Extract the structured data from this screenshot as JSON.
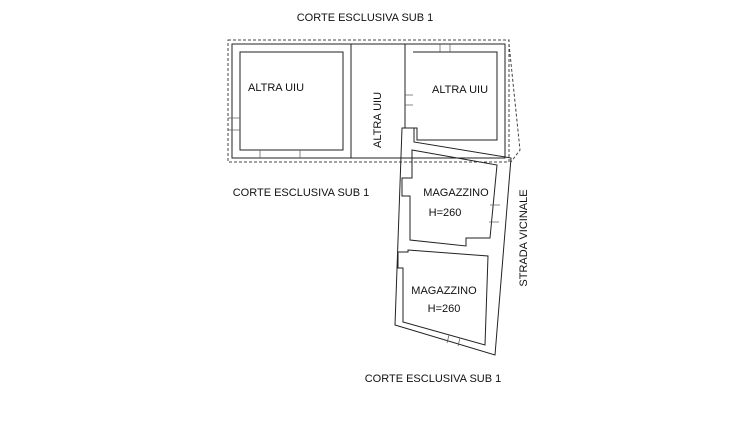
{
  "labels": {
    "corte_top": "CORTE ESCLUSIVA SUB 1",
    "corte_left": "CORTE ESCLUSIVA SUB 1",
    "corte_bottom": "CORTE ESCLUSIVA SUB 1",
    "altra_uiu_left": "ALTRA UIU",
    "altra_uiu_center": "ALTRA UIU",
    "altra_uiu_right": "ALTRA UIU",
    "magazzino_upper": "MAGAZZINO",
    "height_upper": "H=260",
    "magazzino_lower": "MAGAZZINO",
    "height_lower": "H=260",
    "strada": "STRADA VICINALE"
  }
}
